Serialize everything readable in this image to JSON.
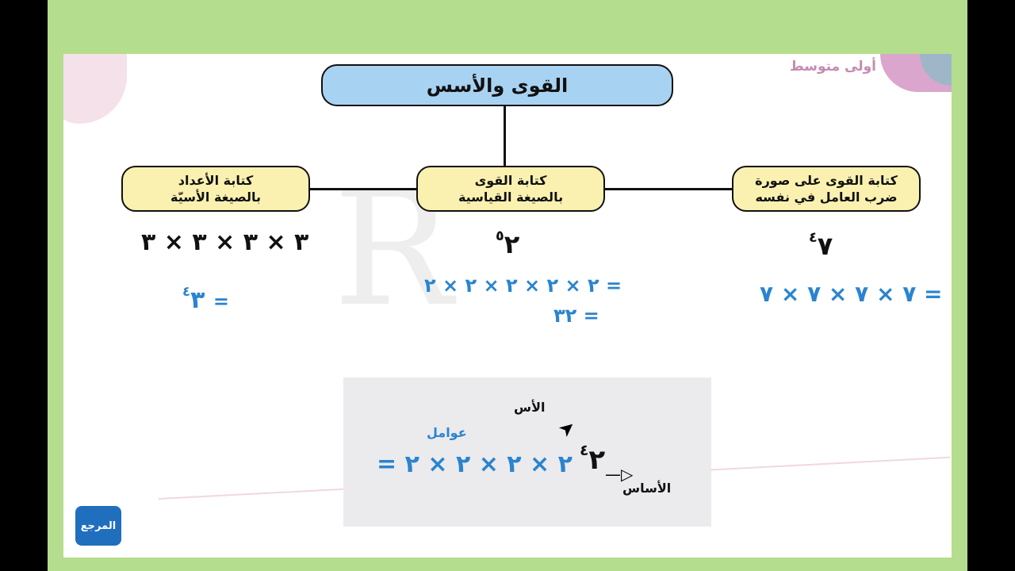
{
  "header": {
    "grade_label": "أولى متوسط",
    "title": "القوى والأسس"
  },
  "branches": [
    {
      "position": "left",
      "title_line1": "كتابة الأعداد",
      "title_line2": "بالصيغة الأسيّة",
      "line1": "٣ × ٣ × ٣ × ٣",
      "line2_eq": "=",
      "line2_base": "٣",
      "line2_exp": "٤"
    },
    {
      "position": "center",
      "title_line1": "كتابة القوى",
      "title_line2": "بالصيغة القياسية",
      "line1_base": "٢",
      "line1_exp": "٥",
      "line2": "= ٢ × ٢ × ٢ × ٢ × ٢",
      "line3": "= ٣٢"
    },
    {
      "position": "right",
      "title_line1": "كتابة القوى على صورة",
      "title_line2": "ضرب العامل في نفسه",
      "line1_base": "٧",
      "line1_exp": "٤",
      "line2": "= ٧ × ٧ × ٧ × ٧"
    }
  ],
  "example": {
    "factors_label": "عوامل",
    "expansion": "٢ × ٢ × ٢ × ٢ =",
    "base": "٢",
    "exponent": "٤",
    "exponent_label": "الأس",
    "base_label": "الأساس"
  },
  "watermark": "R",
  "logo_text": "المرجع",
  "colors": {
    "frame_green": "#b5dd8e",
    "title_blue": "#a8d2f2",
    "box_yellow": "#faf1b0",
    "math_blue": "#2a84cf",
    "grade_pink": "#c58bb3"
  }
}
